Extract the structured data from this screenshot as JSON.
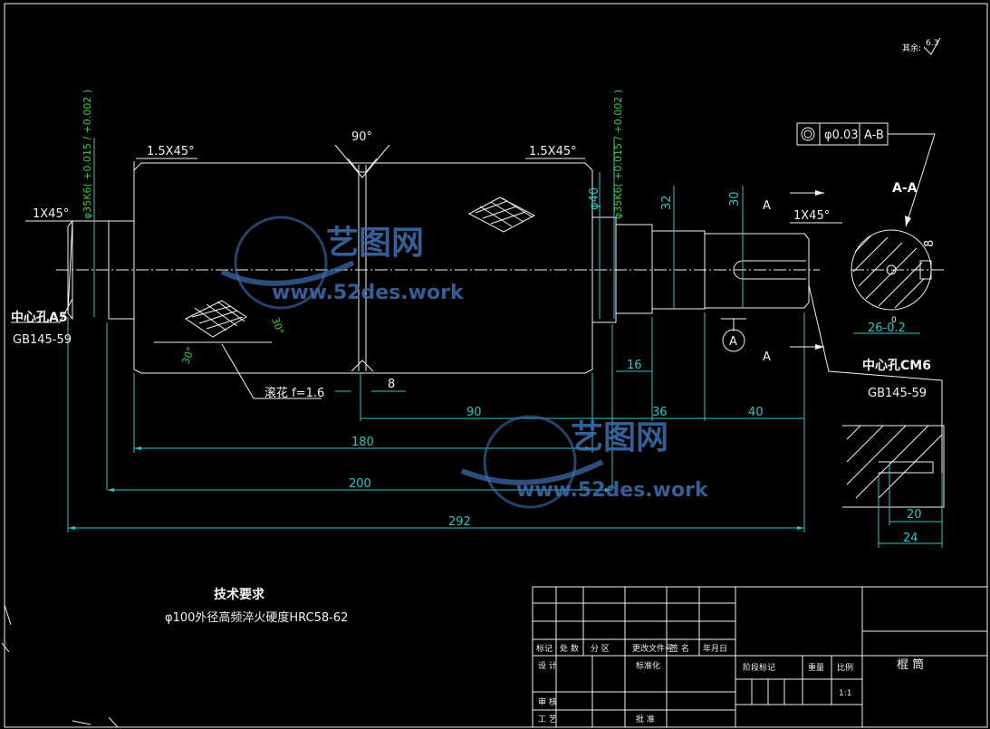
{
  "roughness": {
    "label": "其余:",
    "value": "6.3"
  },
  "angle_top": "90°",
  "chamfer_left": "1.5X45°",
  "chamfer_right": "1.5X45°",
  "chamfer_end_left": "1X45°",
  "chamfer_end_right": "1X45°",
  "fit_left": "φ35K6( +0.015 / +0.002 )",
  "fit_right": "φ35K6( +0.015 / +0.002 )",
  "dia_40": "φ40",
  "dim_32": "32",
  "dim_30": "30",
  "knurl_angle_1": "30°",
  "knurl_angle_2": "30°",
  "knurl_label": "滚花 f=1.6",
  "center_hole_left": {
    "title": "中心孔A5",
    "std": "GB145-59"
  },
  "center_hole_right": {
    "title": "中心孔CM6",
    "std": "GB145-59"
  },
  "dims": {
    "d8": "8",
    "d16": "16",
    "d90": "90",
    "d36": "36",
    "d40": "40",
    "d180": "180",
    "d200": "200",
    "d292": "292",
    "d20": "20",
    "d24": "24"
  },
  "section": {
    "mark": "A",
    "title": "A-A",
    "key_width": "8",
    "depth": "26-0.2",
    "depth_tol": "0"
  },
  "tolerance_frame": {
    "symbol": "◎",
    "value": "φ0.03",
    "datum": "A-B"
  },
  "datum_a": "A",
  "watermark": {
    "cn": "艺图网",
    "url": "www.52des.work"
  },
  "tech_req": {
    "title": "技术要求",
    "line1": "φ100外径高频淬火硬度HRC58-62"
  },
  "title_block": {
    "part_name": "棍 筒",
    "r1": [
      "标记",
      "处 数",
      "分 区",
      "更改文件号",
      "签 名",
      "年月日"
    ],
    "design": "设 计",
    "standard": "标准化",
    "stage_mark": "阶段标记",
    "weight": "重量",
    "ratio": "比例",
    "ratio_val": "1:1",
    "review": "审 核",
    "process": "工 艺",
    "approve": "批 准"
  }
}
